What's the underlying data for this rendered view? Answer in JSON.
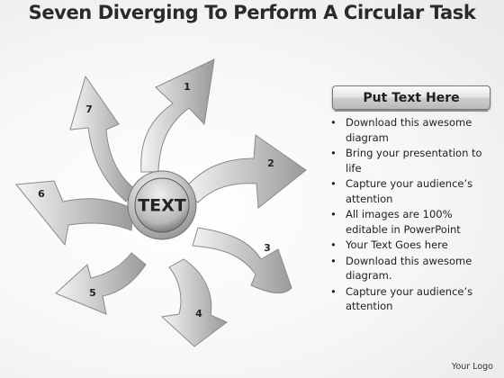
{
  "title": "Seven Diverging To Perform A Circular Task",
  "diagram": {
    "center_label": "TEXT",
    "arrows": [
      {
        "label": "1"
      },
      {
        "label": "2"
      },
      {
        "label": "3"
      },
      {
        "label": "4"
      },
      {
        "label": "5"
      },
      {
        "label": "6"
      },
      {
        "label": "7"
      }
    ]
  },
  "panel": {
    "header": "Put Text Here",
    "bullets": [
      "Download this awesome diagram",
      "Bring your presentation to life",
      "Capture your audience’s attention",
      "All images are 100% editable in PowerPoint",
      "Your Text Goes here",
      "Download this awesome diagram.",
      "Capture your audience’s attention"
    ]
  },
  "footer": {
    "logo": "Your Logo"
  },
  "colors": {
    "arrow_light": "#f4f4f4",
    "arrow_dark": "#9a9a9a",
    "arrow_stroke": "#8a8a8a",
    "center_dark": "#4a4a4a",
    "center_light": "#e6e6e6"
  }
}
